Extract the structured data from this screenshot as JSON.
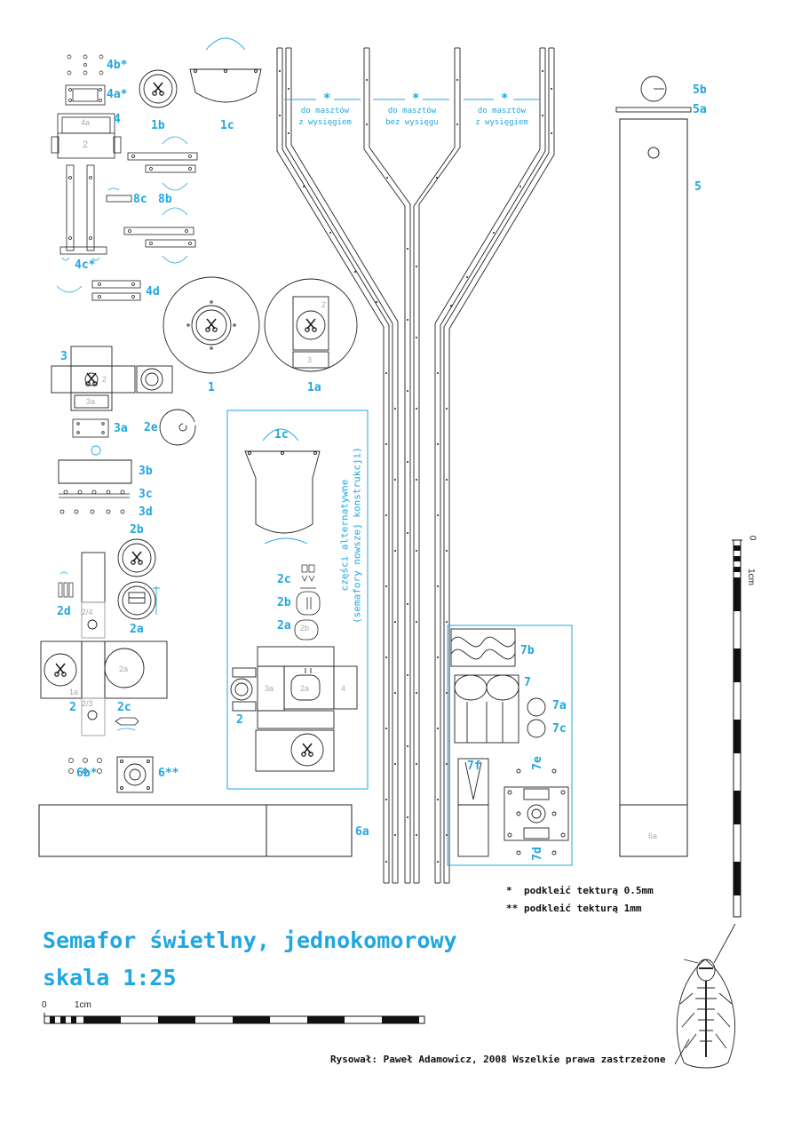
{
  "title": {
    "line1": "Semafor świetlny, jednokomorowy",
    "line2": "skala 1:25"
  },
  "credit": "Rysował: Paweł Adamowicz, 2008    Wszelkie prawa zastrzeżone",
  "footnotes": [
    {
      "marker": "*",
      "text": "podkleić tekturą 0.5mm"
    },
    {
      "marker": "**",
      "text": "podkleić tekturą 1mm"
    }
  ],
  "mast_notes": [
    {
      "star": "*",
      "line1": "do masztów",
      "line2": "z wysięgiem"
    },
    {
      "star": "*",
      "line1": "do masztów",
      "line2": "bez wysięgu"
    },
    {
      "star": "*",
      "line1": "do masztów",
      "line2": "z wysięgiem"
    }
  ],
  "alt_parts_note": {
    "line1": "części alternatywne",
    "line2": "(semafory nowszej konstrukcji)"
  },
  "scale_labels": {
    "zero": "0",
    "one_cm": "1cm"
  },
  "part_labels": {
    "p4b": "4b*",
    "p4a": "4a*",
    "p4": "4",
    "p1b": "1b",
    "p1c": "1c",
    "p8c": "8c",
    "p8b": "8b",
    "p4c": "4c*",
    "p4d": "4d",
    "p1": "1",
    "p1a": "1a",
    "p3": "3",
    "p3a": "3a",
    "p2e": "2e",
    "p3b": "3b",
    "p3c": "3c",
    "p3d": "3d",
    "p2b": "2b",
    "p2d": "2d",
    "p2a": "2a",
    "p2": "2",
    "p2c": "2c",
    "p6b": "6b*",
    "p6": "6**",
    "p6a": "6a",
    "p5b": "5b",
    "p5a": "5a",
    "p5": "5",
    "alt_1c": "1c",
    "alt_2c": "2c",
    "alt_2b": "2b",
    "alt_2a": "2a",
    "alt_2": "2",
    "p7b": "7b",
    "p7": "7",
    "p7a": "7a",
    "p7c": "7c",
    "p7e": "7e",
    "p7f": "7f",
    "p7d": "7d"
  },
  "inner_labels": {
    "i4a": "4a",
    "i2": "2",
    "i2_side": "2",
    "i3a": "3a",
    "i3_2": "2",
    "i1a_2": "2",
    "i1a_3": "3",
    "i2a": "2a",
    "i1a": "1a",
    "i24": "2/4",
    "i23": "2/3",
    "alt_2b": "2b",
    "alt_3a": "3a",
    "alt_2a": "2a",
    "alt_4": "4",
    "i6a_mast": "6a"
  },
  "colors": {
    "accent": "#1ea7e1",
    "line": "#222222",
    "faint": "#aaaaaa"
  },
  "icons": {
    "cut_mark": "scissors-icon",
    "logo": "insect-figure"
  }
}
